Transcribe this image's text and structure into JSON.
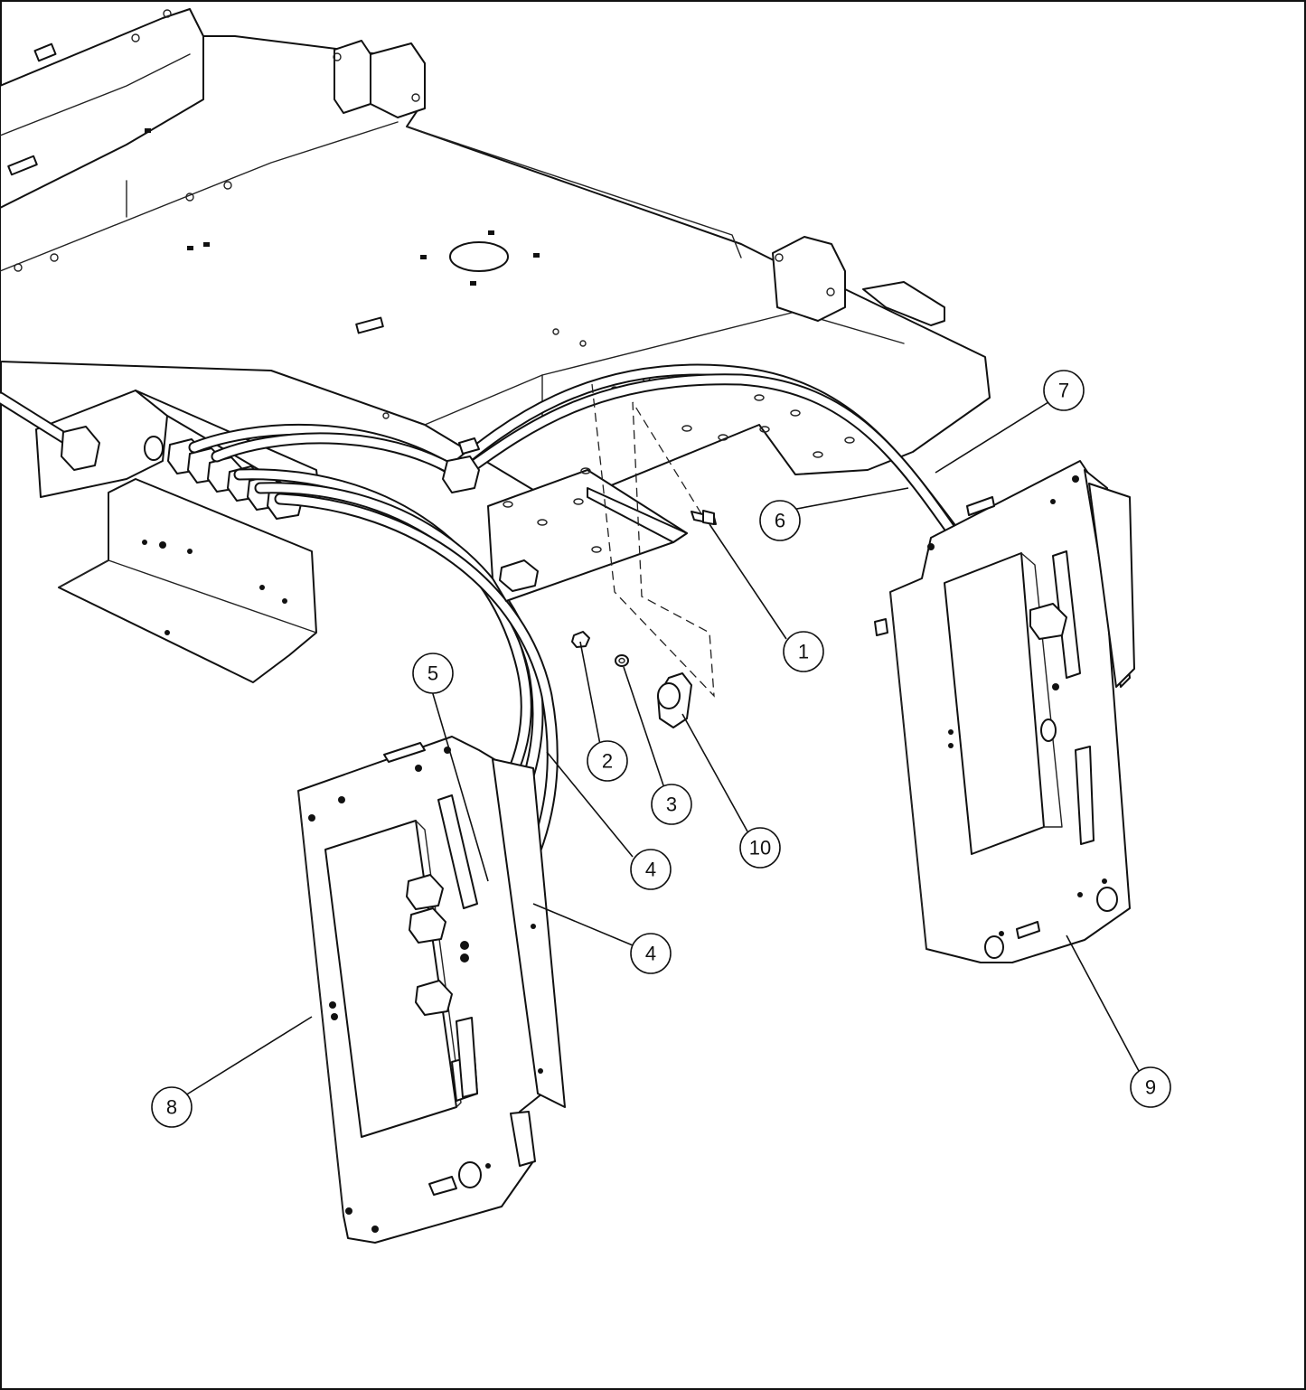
{
  "callouts": [
    {
      "id": "c1",
      "label": "1"
    },
    {
      "id": "c2",
      "label": "2"
    },
    {
      "id": "c3",
      "label": "3"
    },
    {
      "id": "c4a",
      "label": "4"
    },
    {
      "id": "c4b",
      "label": "4"
    },
    {
      "id": "c5",
      "label": "5"
    },
    {
      "id": "c6",
      "label": "6"
    },
    {
      "id": "c7",
      "label": "7"
    },
    {
      "id": "c8",
      "label": "8"
    },
    {
      "id": "c9",
      "label": "9"
    },
    {
      "id": "c10",
      "label": "10"
    }
  ],
  "colors": {
    "line": "#111111",
    "background": "#ffffff"
  }
}
